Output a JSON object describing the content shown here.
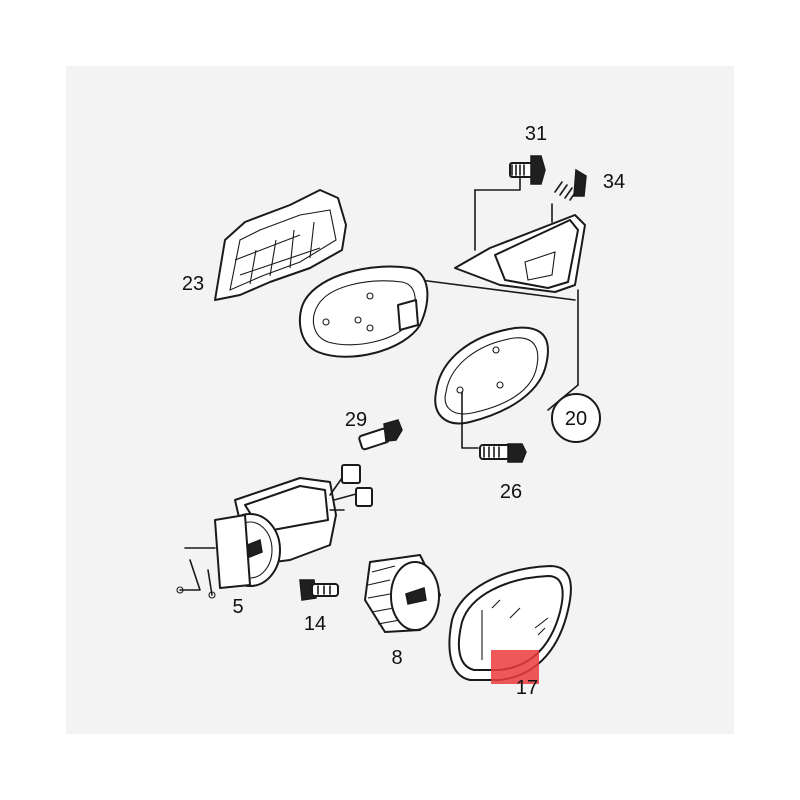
{
  "diagram": {
    "callouts": [
      {
        "id": "c31",
        "text": "31"
      },
      {
        "id": "c34",
        "text": "34"
      },
      {
        "id": "c23",
        "text": "23"
      },
      {
        "id": "c29",
        "text": "29"
      },
      {
        "id": "c20",
        "text": "20"
      },
      {
        "id": "c26",
        "text": "26"
      },
      {
        "id": "c5",
        "text": "5"
      },
      {
        "id": "c14",
        "text": "14"
      },
      {
        "id": "c8",
        "text": "8"
      },
      {
        "id": "c17",
        "text": "17"
      }
    ],
    "highlight_color": "#ec3b3b",
    "highlighted_part": "17"
  }
}
